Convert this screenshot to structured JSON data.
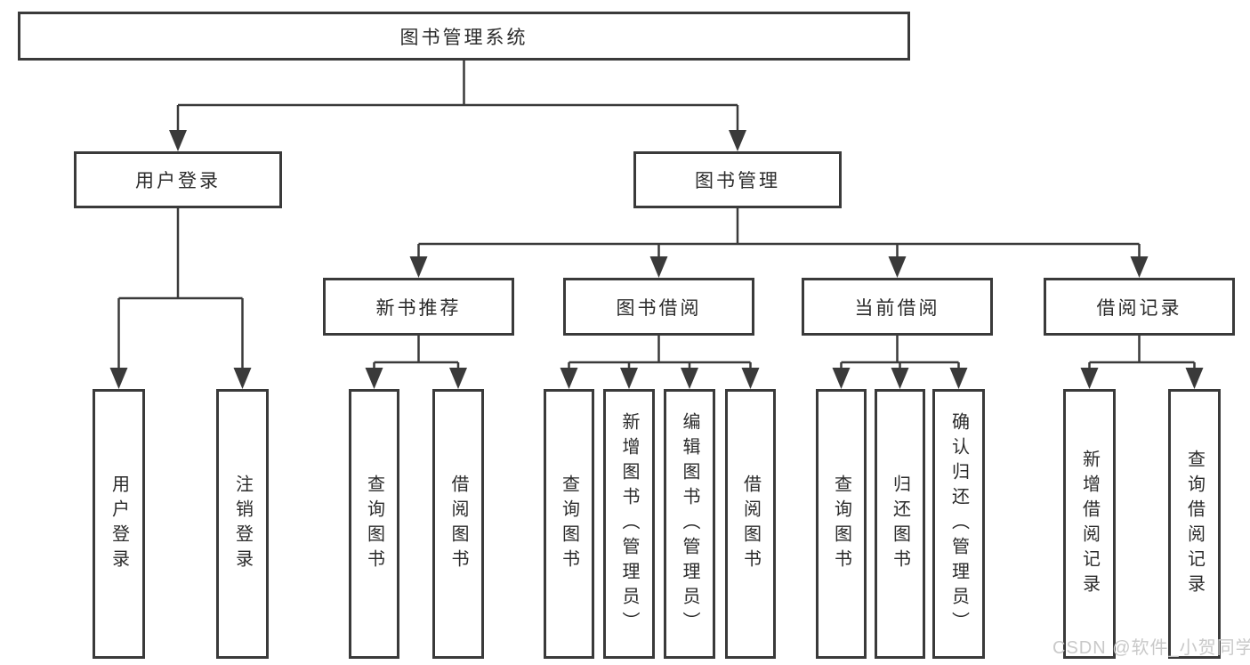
{
  "colors": {
    "line": "#3a3a3a",
    "box_border": "#3a3a3a",
    "box_bg": "#ffffff",
    "text": "#2b2b2b",
    "watermark": "#c9c9c9"
  },
  "tree": {
    "root": {
      "label": "图书管理系统",
      "children": [
        {
          "label": "用户登录",
          "children": [
            {
              "label": "用户登录"
            },
            {
              "label": "注销登录"
            }
          ]
        },
        {
          "label": "图书管理",
          "children": [
            {
              "label": "新书推荐",
              "children": [
                {
                  "label": "查询图书"
                },
                {
                  "label": "借阅图书"
                }
              ]
            },
            {
              "label": "图书借阅",
              "children": [
                {
                  "label": "查询图书"
                },
                {
                  "label": "新增图书（管理员）"
                },
                {
                  "label": "编辑图书（管理员）"
                },
                {
                  "label": "借阅图书"
                }
              ]
            },
            {
              "label": "当前借阅",
              "children": [
                {
                  "label": "查询图书"
                },
                {
                  "label": "归还图书"
                },
                {
                  "label": "确认归还（管理员）"
                }
              ]
            },
            {
              "label": "借阅记录",
              "children": [
                {
                  "label": "新增借阅记录"
                },
                {
                  "label": "查询借阅记录"
                }
              ]
            }
          ]
        }
      ]
    }
  },
  "watermark": {
    "text": "CSDN @软件_小贺同学"
  }
}
